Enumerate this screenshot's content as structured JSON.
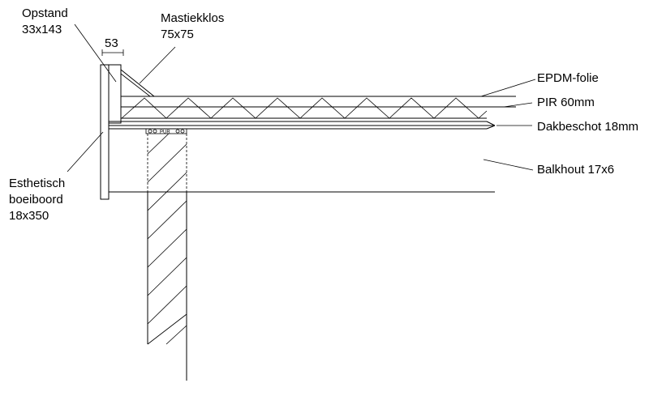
{
  "labels": {
    "opstand": [
      "Opstand",
      "33x143"
    ],
    "mastiekklos": [
      "Mastiekklos",
      "75x75"
    ],
    "epdm": "EPDM-folie",
    "pir": "PIR 60mm",
    "dakbeschot": "Dakbeschot 18mm",
    "balkhout": "Balkhout 17x6",
    "boeiboord": [
      "Esthetisch",
      "boeiboord",
      "18x350"
    ]
  },
  "dimension": "53",
  "foam_label": "PUR"
}
